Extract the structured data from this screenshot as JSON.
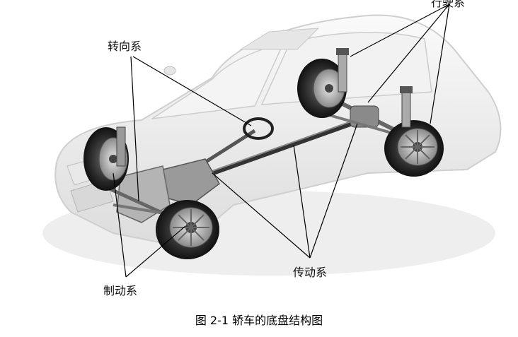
{
  "labels": {
    "steering": "转向系",
    "suspension": "行驶系",
    "transmission": "传动系",
    "braking": "制动系"
  },
  "caption": "图 2-1 轿车的底盘结构图"
}
